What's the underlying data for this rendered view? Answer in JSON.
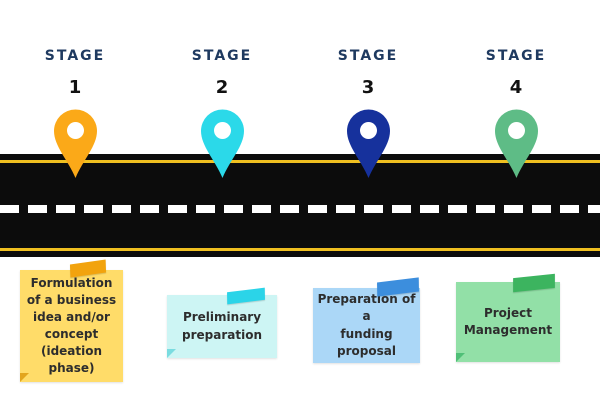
{
  "stages": [
    {
      "label": "STAGE",
      "number": "1",
      "pin_color": "#FBA918",
      "note": {
        "text": "Formulation\nof a business\nidea and/or\nconcept\n(ideation\nphase)",
        "bg_color": "#FFDC69",
        "tape_color": "#F2A30D"
      }
    },
    {
      "label": "STAGE",
      "number": "2",
      "pin_color": "#2BD9E9",
      "note": {
        "text": "Preliminary\npreparation",
        "bg_color": "#CDF5F4",
        "tape_color": "#2BD4E8"
      }
    },
    {
      "label": "STAGE",
      "number": "3",
      "pin_color": "#16319C",
      "note": {
        "text": "Preparation of a\nfunding\nproposal",
        "bg_color": "#ABD7F7",
        "tape_color": "#3C8EDD"
      }
    },
    {
      "label": "STAGE",
      "number": "4",
      "pin_color": "#5EBC86",
      "note": {
        "text": "Project\nManagement",
        "bg_color": "#92E0A7",
        "tape_color": "#3CB45F"
      }
    }
  ],
  "road": {
    "surface_color": "#0C0C0C",
    "edge_line_color": "#F0C020",
    "center_line_color": "#FFFFFF"
  },
  "colors": {
    "background": "#FFFFFF",
    "stage_label_text": "#1F3A60",
    "stage_number_text": "#111111",
    "note_text": "#2D2D2D"
  }
}
